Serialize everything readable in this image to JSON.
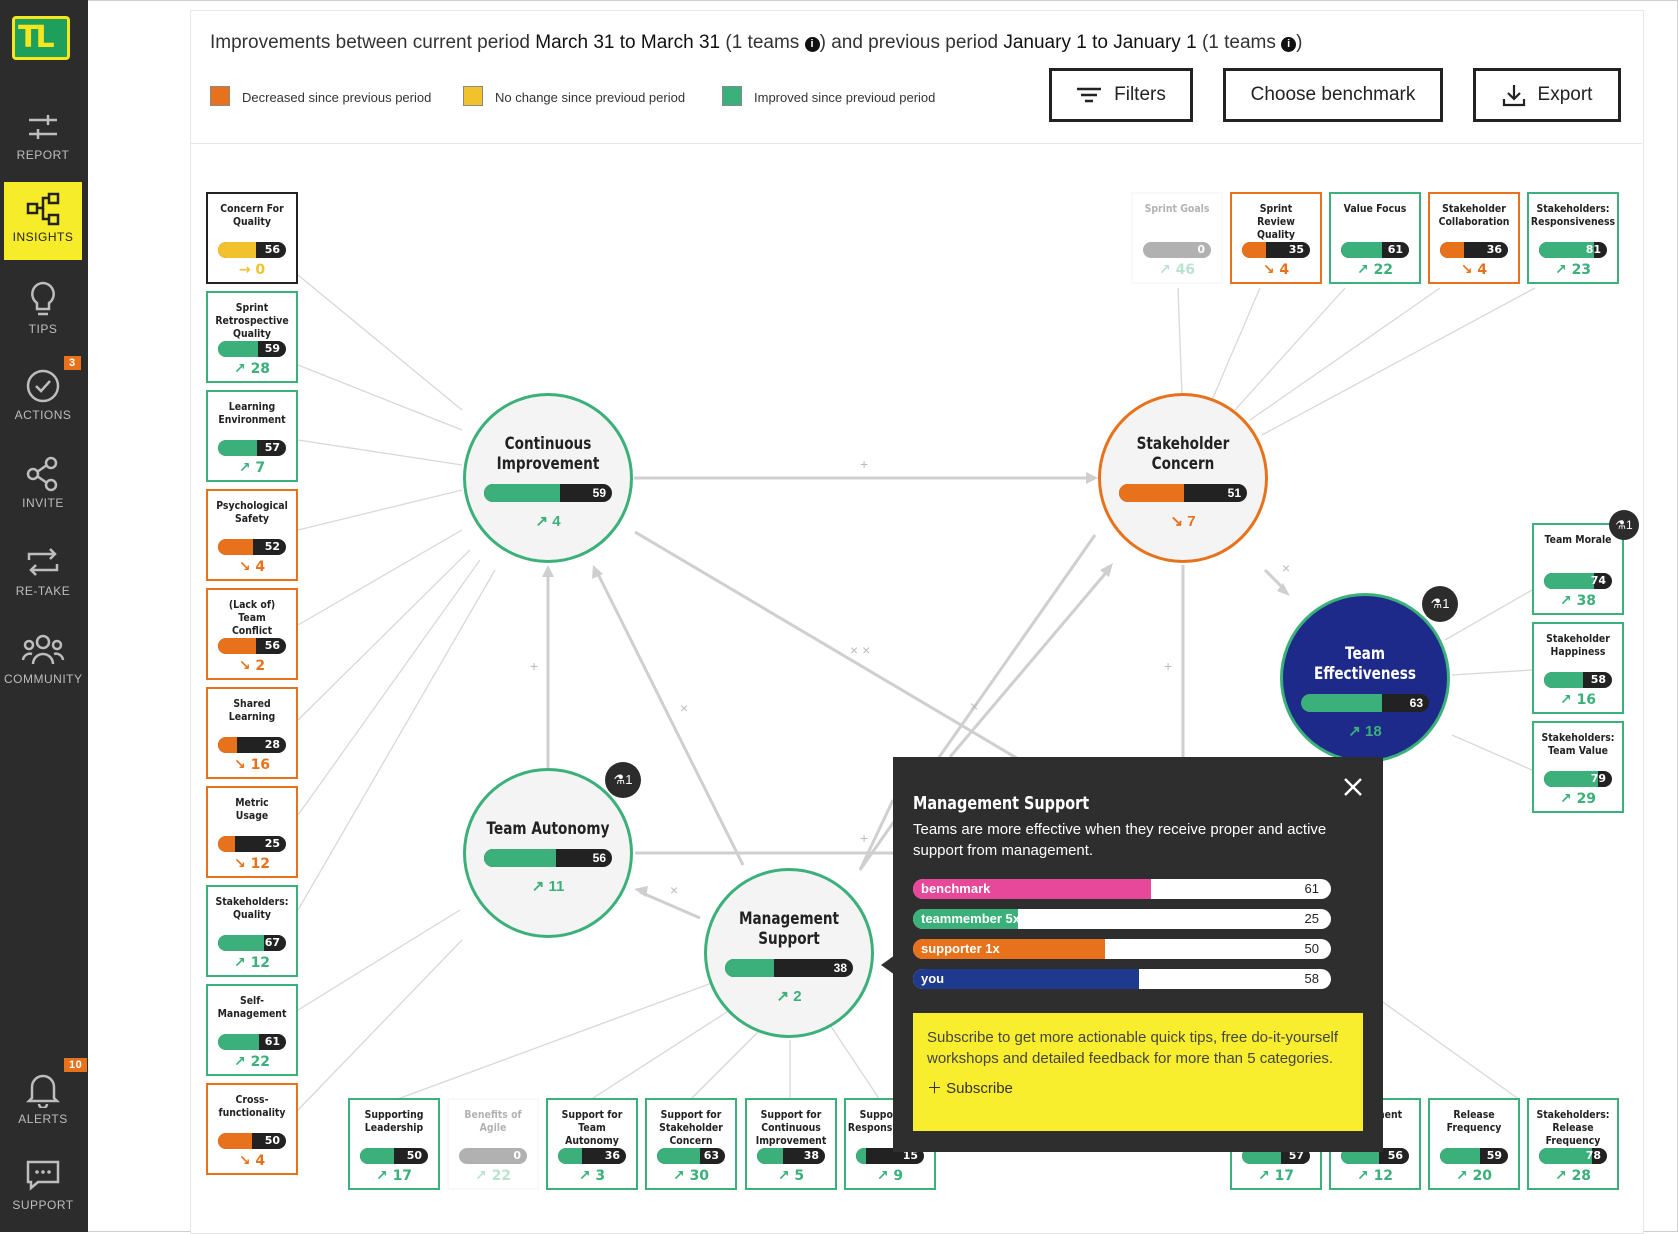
{
  "sidebar": {
    "logo": "TL",
    "items": [
      {
        "label": "REPORT",
        "icon": "sliders-icon"
      },
      {
        "label": "INSIGHTS",
        "icon": "diagram-icon"
      },
      {
        "label": "TIPS",
        "icon": "lightbulb-icon"
      },
      {
        "label": "ACTIONS",
        "icon": "check-circle-icon",
        "badge": "3"
      },
      {
        "label": "INVITE",
        "icon": "share-icon"
      },
      {
        "label": "RE-TAKE",
        "icon": "repeat-icon"
      },
      {
        "label": "COMMUNITY",
        "icon": "people-icon"
      },
      {
        "label": "ALERTS",
        "icon": "bell-icon",
        "badge": "10"
      },
      {
        "label": "SUPPORT",
        "icon": "chat-icon"
      }
    ]
  },
  "header": {
    "prefix": "Improvements between current period",
    "current_period": "March 31 to March 31",
    "current_teams_open": "(1 teams",
    "current_teams_close": ")",
    "mid": "and previous period",
    "previous_period": "January 1 to January 1",
    "previous_teams_open": "(1 teams",
    "previous_teams_close": ")",
    "info_glyph": "i"
  },
  "legend": {
    "decreased": "Decreased since previous period",
    "no_change": "No change since previoud period",
    "improved": "Improved since previoud period",
    "colors": {
      "decreased": "#e8721c",
      "no_change": "#f2c12e",
      "improved": "#3bb07a"
    }
  },
  "buttons": {
    "filters": "Filters",
    "benchmark": "Choose benchmark",
    "export": "Export"
  },
  "left_cards": [
    {
      "title": "Concern For Quality",
      "value": "56",
      "delta": "0",
      "trend": "flat"
    },
    {
      "title": "Sprint Retrospective Quality",
      "value": "59",
      "delta": "28",
      "trend": "up"
    },
    {
      "title": "Learning Environment",
      "value": "57",
      "delta": "7",
      "trend": "up"
    },
    {
      "title": "Psychological Safety",
      "value": "52",
      "delta": "4",
      "trend": "down"
    },
    {
      "title": "(Lack of) Team Conflict",
      "value": "56",
      "delta": "2",
      "trend": "down"
    },
    {
      "title": "Shared Learning",
      "value": "28",
      "delta": "16",
      "trend": "down"
    },
    {
      "title": "Metric Usage",
      "value": "25",
      "delta": "12",
      "trend": "down"
    },
    {
      "title": "Stakeholders: Quality",
      "value": "67",
      "delta": "12",
      "trend": "up"
    },
    {
      "title": "Self-Management",
      "value": "61",
      "delta": "22",
      "trend": "up"
    },
    {
      "title": "Cross-functionality",
      "value": "50",
      "delta": "4",
      "trend": "down"
    }
  ],
  "top_cards": [
    {
      "title": "Sprint Goals",
      "value": "0",
      "delta": "46",
      "trend": "faded"
    },
    {
      "title": "Sprint Review Quality",
      "value": "35",
      "delta": "4",
      "trend": "down"
    },
    {
      "title": "Value Focus",
      "value": "61",
      "delta": "22",
      "trend": "up"
    },
    {
      "title": "Stakeholder Collaboration",
      "value": "36",
      "delta": "4",
      "trend": "down"
    },
    {
      "title": "Stakeholders: Responsiveness",
      "value": "81",
      "delta": "23",
      "trend": "up"
    }
  ],
  "right_cards": [
    {
      "title": "Team Morale",
      "value": "74",
      "delta": "38",
      "trend": "up",
      "lab": "1"
    },
    {
      "title": "Stakeholder Happiness",
      "value": "58",
      "delta": "16",
      "trend": "up"
    },
    {
      "title": "Stakeholders: Team Value",
      "value": "79",
      "delta": "29",
      "trend": "up"
    }
  ],
  "bottom_cards": [
    {
      "title": "Supporting Leadership",
      "value": "50",
      "delta": "17",
      "trend": "up"
    },
    {
      "title": "Benefits of Agile",
      "value": "0",
      "delta": "22",
      "trend": "faded"
    },
    {
      "title": "Support for Team Autonomy",
      "value": "36",
      "delta": "3",
      "trend": "up"
    },
    {
      "title": "Support for Stakeholder Concern",
      "value": "63",
      "delta": "30",
      "trend": "up"
    },
    {
      "title": "Support for Continuous Improvement",
      "value": "38",
      "delta": "5",
      "trend": "up"
    },
    {
      "title": "Support for Responsiveness",
      "value": "15",
      "delta": "9",
      "trend": "up"
    },
    {
      "title": "Management",
      "value": "57",
      "delta": "17",
      "trend": "up"
    },
    {
      "title": "Alignment",
      "value": "56",
      "delta": "12",
      "trend": "up"
    },
    {
      "title": "Release Frequency",
      "value": "59",
      "delta": "20",
      "trend": "up"
    },
    {
      "title": "Stakeholders: Release Frequency",
      "value": "78",
      "delta": "28",
      "trend": "up"
    }
  ],
  "nodes": {
    "ci": {
      "title_1": "Continuous",
      "title_2": "Improvement",
      "value": "59",
      "delta": "4",
      "trend": "up"
    },
    "sc": {
      "title_1": "Stakeholder",
      "title_2": "Concern",
      "value": "51",
      "delta": "7",
      "trend": "down"
    },
    "ta": {
      "title_1": "Team Autonomy",
      "value": "56",
      "delta": "11",
      "trend": "up",
      "lab": "1"
    },
    "ms": {
      "title_1": "Management",
      "title_2": "Support",
      "value": "38",
      "delta": "2",
      "trend": "up"
    },
    "te": {
      "title_1": "Team Effectiveness",
      "value": "63",
      "delta": "18",
      "trend": "up",
      "lab": "1"
    }
  },
  "popup": {
    "title": "Management Support",
    "description": "Teams are more effective when they receive proper and active support from management.",
    "bars": [
      {
        "label": "benchmark",
        "value": "61",
        "fraction": 0.57,
        "color": "#e8489a"
      },
      {
        "label": "teammember 5x",
        "value": "25",
        "fraction": 0.25,
        "color": "#3bb07a"
      },
      {
        "label": "supporter 1x",
        "value": "50",
        "fraction": 0.46,
        "color": "#e8721c"
      },
      {
        "label": "you",
        "value": "58",
        "fraction": 0.54,
        "color": "#1e3a8f"
      }
    ],
    "promo_text": "Subscribe to get more actionable quick tips, free do-it-yourself workshops and detailed feedback for more than 5 categories.",
    "subscribe": "Subscribe"
  },
  "colors": {
    "up": "#3bb07a",
    "down": "#e8721c",
    "flat": "#f2c12e",
    "dark": "#222222",
    "navy": "#1e2a8a"
  }
}
